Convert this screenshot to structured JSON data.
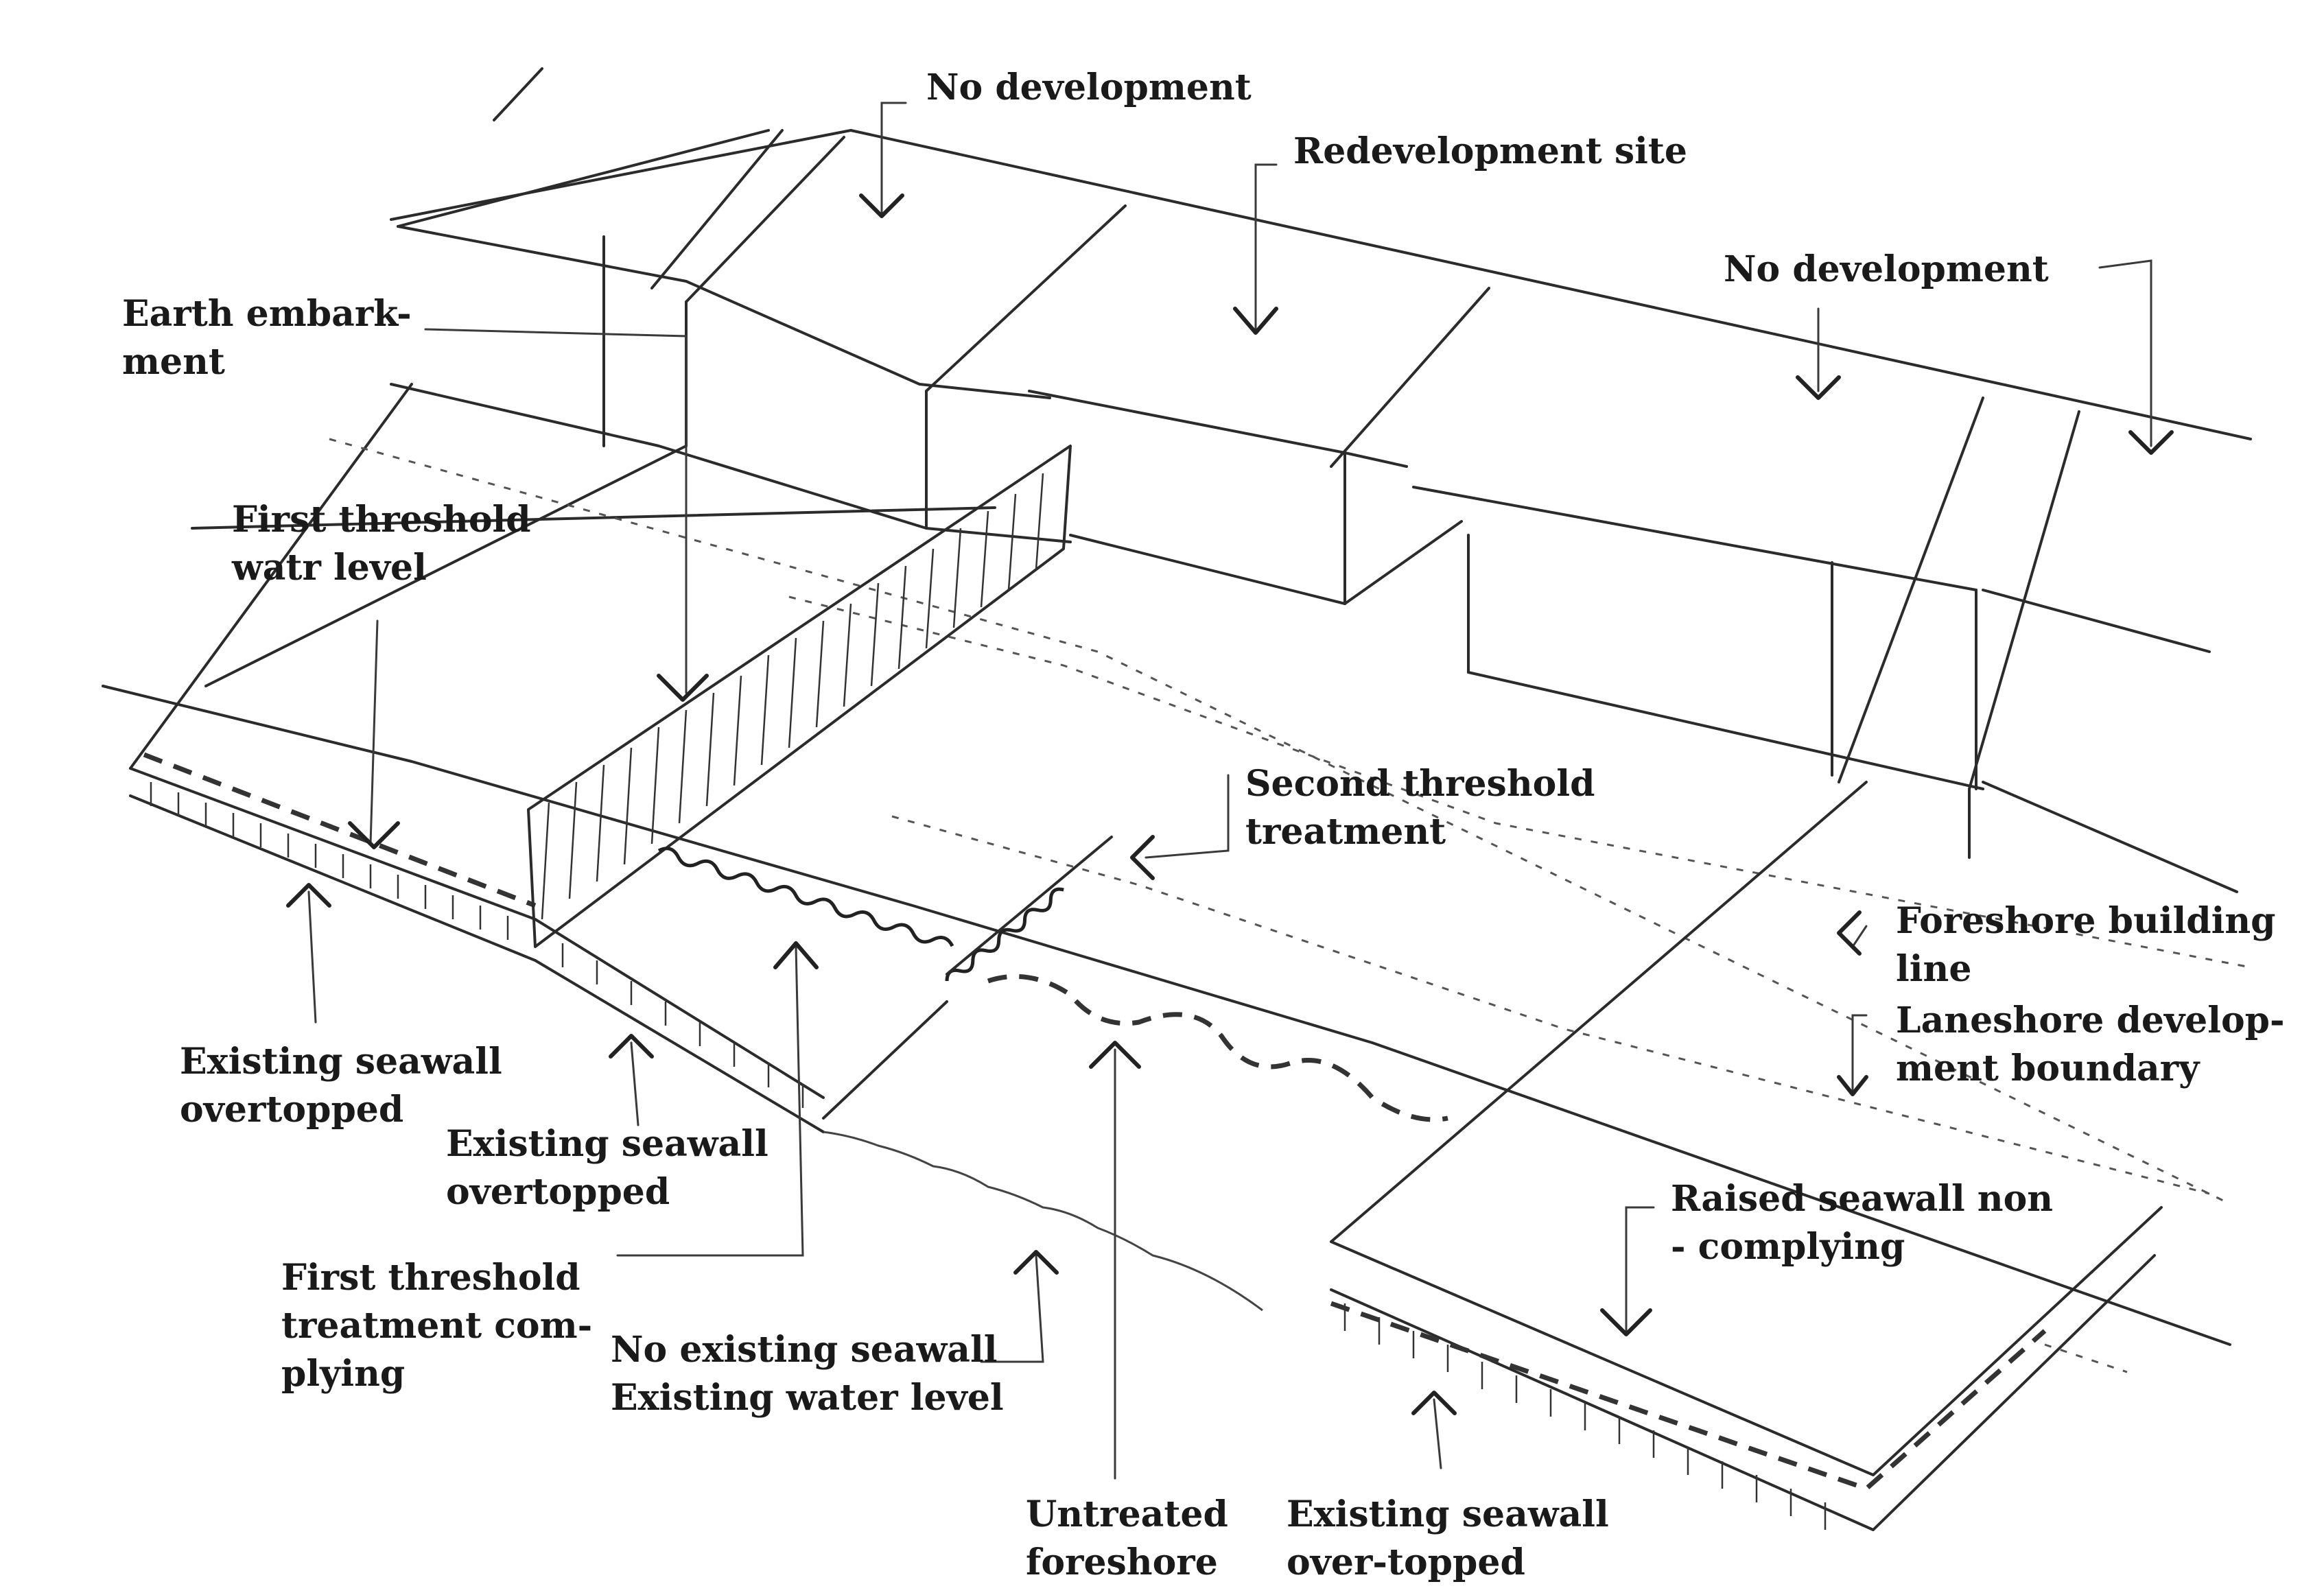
{
  "labels": {
    "no_development_top": "No development",
    "redevelopment_site": "Redevelopment site",
    "no_development_right": "No development",
    "earth_embankment_1": "Earth embark-",
    "earth_embankment_2": "ment",
    "first_threshold_water_1": "First threshold",
    "first_threshold_water_2": "watr level",
    "second_threshold_1": "Second threshold",
    "second_threshold_2": "treatment",
    "foreshore_building_1": "Foreshore building",
    "foreshore_building_2": "line",
    "laneshore_1": "Laneshore develop-",
    "laneshore_2": "ment boundary",
    "raised_seawall_1": "Raised seawall non",
    "raised_seawall_2": "- complying",
    "existing_seawall_a_1": "Existing seawall",
    "existing_seawall_a_2": "overtopped",
    "existing_seawall_b_1": "Existing seawall",
    "existing_seawall_b_2": "overtopped",
    "first_threshold_treatment_1": "First threshold",
    "first_threshold_treatment_2": "treatment com-",
    "first_threshold_treatment_3": "plying",
    "no_existing_seawall_1": "No existing seawall",
    "no_existing_seawall_2": "Existing water level",
    "untreated_foreshore_1": "Untreated",
    "untreated_foreshore_2": "foreshore",
    "existing_seawall_c_1": "Existing seawall",
    "existing_seawall_c_2": "over-topped"
  },
  "colors": {
    "ink": "#2b2b2b",
    "paper": "#ffffff"
  }
}
